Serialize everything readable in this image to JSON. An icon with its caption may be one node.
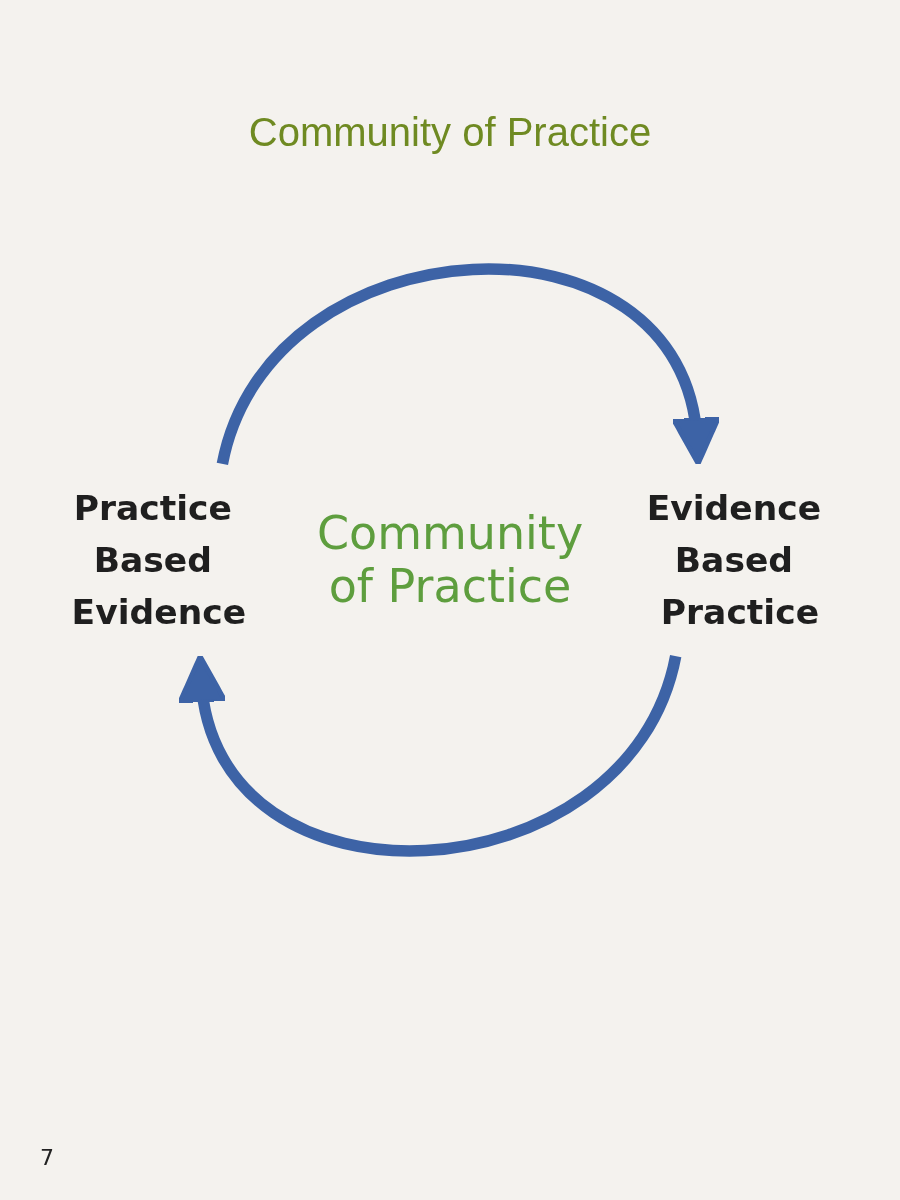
{
  "diagram": {
    "title": "Community of Practice",
    "nodes": [
      {
        "text": [
          "Practice Based Evidence"
        ]
      },
      {
        "text": [
          "Evidence Based Practice"
        ]
      }
    ],
    "edges": [
      {
        "from": 0,
        "to": 1,
        "arrow": "to"
      },
      {
        "from": 1,
        "to": 0,
        "arrow": "to"
      }
    ],
    "labels": [
      "Community of Practice",
      "7"
    ]
  }
}
